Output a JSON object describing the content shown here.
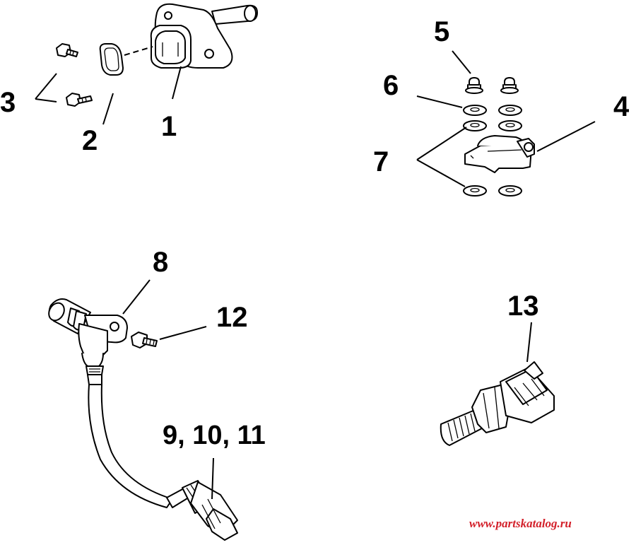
{
  "callouts": {
    "c1": "1",
    "c2": "2",
    "c3": "3",
    "c4": "4",
    "c5": "5",
    "c6": "6",
    "c7": "7",
    "c8": "8",
    "c9": "9, 10, 11",
    "c12": "12",
    "c13": "13"
  },
  "watermark": {
    "text": "www.partskatalog.ru",
    "color": "#d3202a"
  },
  "colors": {
    "line": "#000000",
    "background": "#ffffff"
  }
}
